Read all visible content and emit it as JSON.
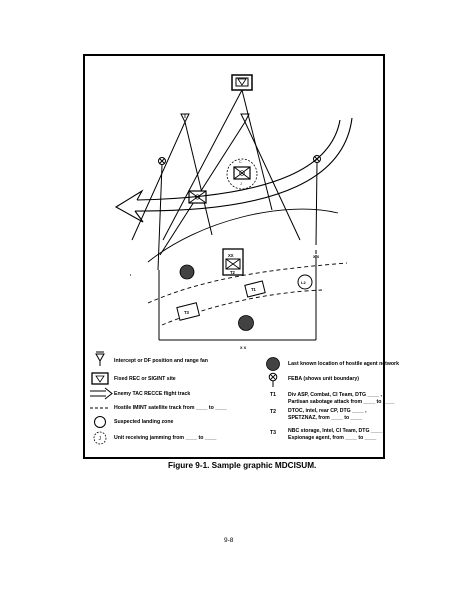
{
  "figure": {
    "caption": "Figure 9-1.  Sample graphic MDCISUM.",
    "page_number": "9-8",
    "map_labels": {
      "t1": "T1",
      "t2": "T2",
      "t3": "T3",
      "l2": "L2",
      "xx": "XX",
      "x_right": "X X",
      "x_bottom": "X X",
      "c_label": "C",
      "j_label": "J"
    }
  },
  "legend": {
    "left": [
      {
        "icon": "intercept-df-icon",
        "text": "Intercept or DF position and range fan"
      },
      {
        "icon": "fixed-rec-sigint-icon",
        "text": "Fixed REC or SIGINT site"
      },
      {
        "icon": "tac-recce-arrow-icon",
        "text": "Enemy TAC RECCE flight track"
      },
      {
        "icon": "imint-satellite-track-icon",
        "text": "Hostile IMINT satellite track from ____ to ____"
      },
      {
        "icon": "landing-zone-icon",
        "text": "Suspected landing zone"
      },
      {
        "icon": "jamming-unit-icon",
        "text": "Unit receiving jamming from ____ to ____"
      }
    ],
    "right": [
      {
        "icon": "hostile-agent-network-icon",
        "text": "Last known location of hostile agent network"
      },
      {
        "icon": "feba-icon",
        "text": "FEBA (shows unit boundary)"
      }
    ],
    "threats": [
      {
        "id": "T1",
        "line1": "Div ASP, Combat, CI Team, DTG ____ ,",
        "line2": "Partisan sabotage attack from ____ to ____"
      },
      {
        "id": "T2",
        "line1": "DTOC, intel, rear CP, DTG ____ ,",
        "line2": "SPETZNAZ, from ____ to ____"
      },
      {
        "id": "T3",
        "line1": "NBC storage, Intel, CI Team, DTG ____ ,",
        "line2": "Espionage agent, from ____ to ____"
      }
    ]
  }
}
